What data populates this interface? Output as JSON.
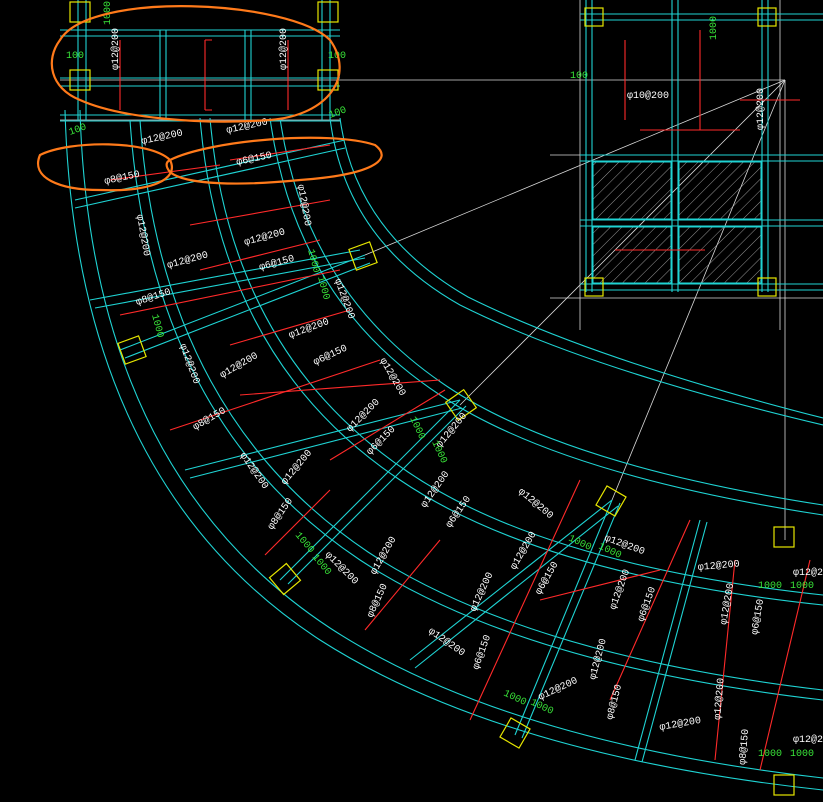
{
  "labels": {
    "r_phi12_200": "φ12@200",
    "r_phi6_150": "φ6@150",
    "r_phi8_150": "φ8@150",
    "r_phi10_200": "φ10@200",
    "dim_1000": "1000",
    "dim_100": "100"
  },
  "colors": {
    "background": "#000000",
    "beam": "#1fd3d3",
    "rebar": "#ff2a2a",
    "column": "#e6e600",
    "dimension_text": "#39e639",
    "annotation": "#ff7a1a"
  }
}
